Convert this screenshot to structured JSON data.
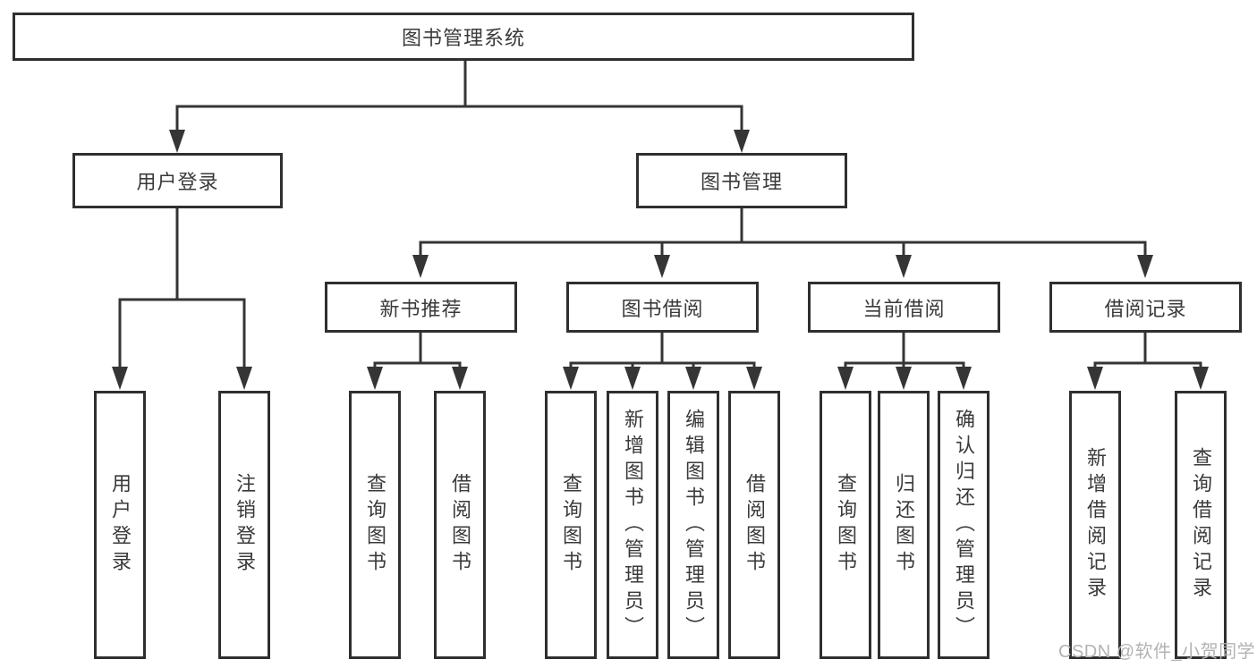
{
  "diagram_type": "functional-structure-tree",
  "colors": {
    "line": "#353535",
    "box_border": "#2f2f2f",
    "text": "#3a3a3a",
    "background": "#ffffff",
    "watermark_text": "#b3b3b3"
  },
  "watermark": {
    "text": "CSDN @软件_小贺同学"
  },
  "tree": {
    "root": {
      "label": "图书管理系统",
      "children": [
        {
          "label": "用户登录",
          "children": [
            {
              "label": "用户登录"
            },
            {
              "label": "注销登录"
            }
          ]
        },
        {
          "label": "图书管理",
          "children": [
            {
              "label": "新书推荐",
              "children": [
                {
                  "label": "查询图书"
                },
                {
                  "label": "借阅图书"
                }
              ]
            },
            {
              "label": "图书借阅",
              "children": [
                {
                  "label": "查询图书"
                },
                {
                  "label": "新增图书（管理员）"
                },
                {
                  "label": "编辑图书（管理员）"
                },
                {
                  "label": "借阅图书"
                }
              ]
            },
            {
              "label": "当前借阅",
              "children": [
                {
                  "label": "查询图书"
                },
                {
                  "label": "归还图书"
                },
                {
                  "label": "确认归还（管理员）"
                }
              ]
            },
            {
              "label": "借阅记录",
              "children": [
                {
                  "label": "新增借阅记录"
                },
                {
                  "label": "查询借阅记录"
                }
              ]
            }
          ]
        }
      ]
    }
  }
}
